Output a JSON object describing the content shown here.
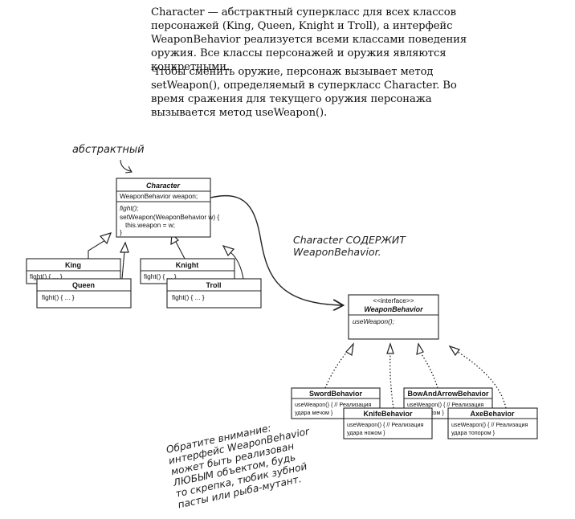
{
  "text": {
    "paragraph1": "Character — абстрактный суперкласс для всех классов персонажей (King, Queen, Knight и Troll), а интерфейс WeaponBehavior реализуется всеми классами поведения оружия. Все классы персонажей и оружия являются конкретными.",
    "paragraph2": "Чтобы сменить оружие, персонаж вызывает метод setWeapon(), определяемый в суперкласс Character. Во время сражения для текущего оружия персонажа вызывается метод useWeapon()."
  },
  "annotations": {
    "abstract": "абстрактный",
    "contains_line1": "Character СОДЕРЖИТ",
    "contains_line2": "WeaponBehavior.",
    "note_lines": [
      "Обратите внимание:",
      "интерфейс WeaponBehavior",
      "может быть реализован",
      "ЛЮБЫМ объектом, будь",
      "то скрепка, тюбик зубной",
      "пасты или рыба-мутант."
    ]
  },
  "character": {
    "name": "Character",
    "attribute": "WeaponBehavior weapon;",
    "method1": "fight();",
    "method2": "setWeapon(WeaponBehavior w) {",
    "method3": "this.weapon = w;",
    "method4": "}"
  },
  "subclasses": {
    "king": {
      "name": "King",
      "method": "fight() { ... }"
    },
    "queen": {
      "name": "Queen",
      "method": "fight() { ... }"
    },
    "knight": {
      "name": "Knight",
      "method": "fight() { ... }"
    },
    "troll": {
      "name": "Troll",
      "method": "fight() { ... }"
    }
  },
  "interface": {
    "stereotype": "<<interface>>",
    "name": "WeaponBehavior",
    "method": "useWeapon();"
  },
  "behaviors": {
    "sword": {
      "name": "SwordBehavior",
      "line1": "useWeapon() { // Реализация",
      "line2": "удара мечом }"
    },
    "knife": {
      "name": "KnifeBehavior",
      "line1": "useWeapon() { // Реализация",
      "line2": "удара ножом }"
    },
    "bow": {
      "name": "BowAndArrowBehavior",
      "line1": "useWeapon() { // Реализация",
      "line2": "удара луком }"
    },
    "axe": {
      "name": "AxeBehavior",
      "line1": "useWeapon() { // Реализация",
      "line2": "удара топором }"
    }
  }
}
